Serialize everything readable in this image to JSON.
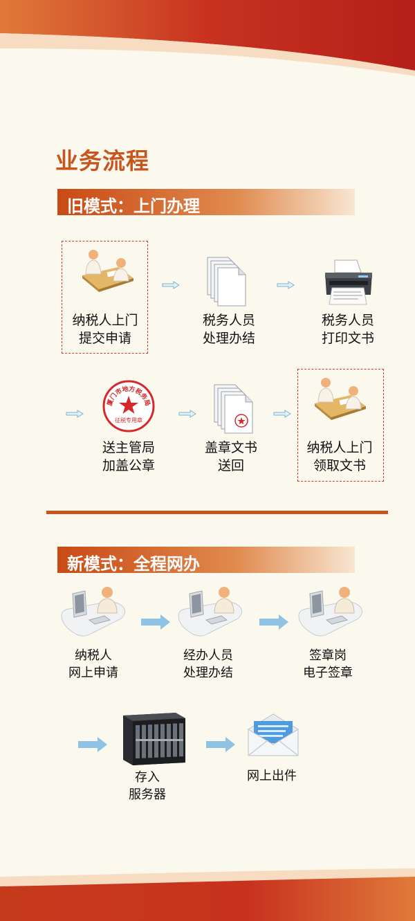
{
  "title": "业务流程",
  "old_mode": {
    "heading": "旧模式：上门办理",
    "steps": [
      {
        "line1": "纳税人上门",
        "line2": "提交申请",
        "icon": "meeting-desk-icon"
      },
      {
        "line1": "税务人员",
        "line2": "处理办结",
        "icon": "documents-stack-icon"
      },
      {
        "line1": "税务人员",
        "line2": "打印文书",
        "icon": "printer-icon"
      },
      {
        "line1": "送主管局",
        "line2": "加盖公章",
        "icon": "official-seal-icon"
      },
      {
        "line1": "盖章文书",
        "line2": "送回",
        "icon": "stamped-documents-icon"
      },
      {
        "line1": "纳税人上门",
        "line2": "领取文书",
        "icon": "meeting-desk-icon"
      }
    ],
    "seal": {
      "ring_text": "厦门市地方税务局",
      "center_text": "征税专用章"
    }
  },
  "new_mode": {
    "heading": "新模式：全程网办",
    "steps": [
      {
        "line1": "纳税人",
        "line2": "网上申请",
        "icon": "computer-user-icon"
      },
      {
        "line1": "经办人员",
        "line2": "处理办结",
        "icon": "computer-user-icon"
      },
      {
        "line1": "签章岗",
        "line2": "电子签章",
        "icon": "computer-user-icon"
      },
      {
        "line1": "存入",
        "line2": "服务器",
        "icon": "server-rack-icon"
      },
      {
        "line1": "网上出件",
        "line2": "",
        "icon": "envelope-icon"
      }
    ]
  },
  "colors": {
    "accent": "#c8551f",
    "background": "#fbf8ee",
    "dashed_border": "#d6342b",
    "arrow_blue": "#8ec3e6"
  }
}
